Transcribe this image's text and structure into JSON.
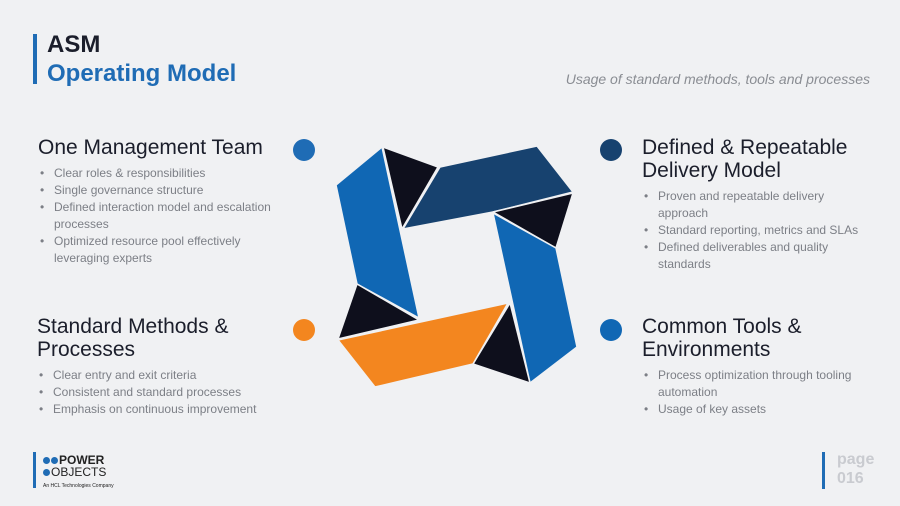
{
  "header": {
    "title_line1": "ASM",
    "title_line2": "Operating Model",
    "subtitle": "Usage of standard methods, tools and processes"
  },
  "sections": [
    {
      "title": "One Management Team",
      "bullets": [
        "Clear roles & responsibilities",
        "Single governance structure",
        "Defined  interaction model and escalation processes",
        "Optimized resource pool effectively leveraging experts"
      ],
      "color": "#1f6cb5"
    },
    {
      "title": "Defined & Repeatable Delivery Model",
      "bullets": [
        "Proven and repeatable delivery approach",
        "Standard reporting, metrics and SLAs",
        "Defined deliverables and quality standards"
      ],
      "color": "#17426f"
    },
    {
      "title": "Standard Methods & Processes",
      "bullets": [
        "Clear entry and exit criteria",
        "Consistent and standard processes",
        "Emphasis on continuous improvement"
      ],
      "color": "#f3861f"
    },
    {
      "title": "Common Tools & Environments",
      "bullets": [
        "Process optimization through tooling automation",
        "Usage of key assets"
      ],
      "color": "#1067b4"
    }
  ],
  "logo": {
    "line1": "POWER",
    "line2": "OBJECTS",
    "tagline": "An HCL Technologies Company"
  },
  "page": {
    "label": "page",
    "number": "016"
  }
}
